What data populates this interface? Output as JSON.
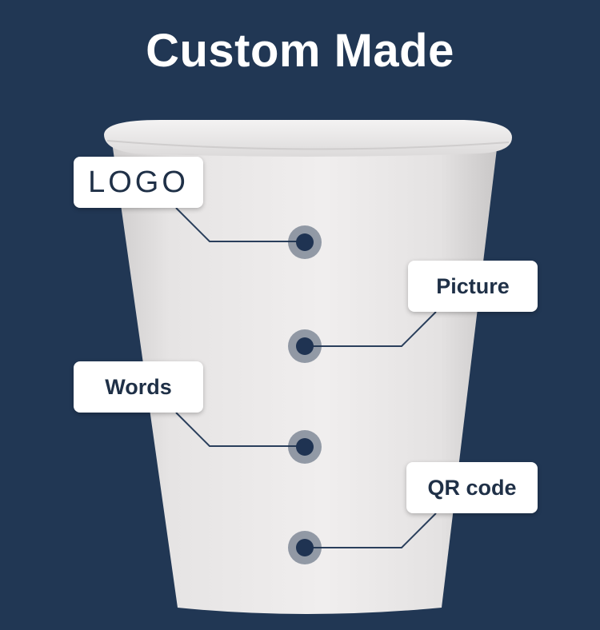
{
  "title": "Custom Made",
  "labels": {
    "logo": "LOGO",
    "picture": "Picture",
    "words": "Words",
    "qr_code": "QR code"
  },
  "colors": {
    "background": "#213754",
    "cup": "#eceaea",
    "accent": "#1f3352"
  }
}
